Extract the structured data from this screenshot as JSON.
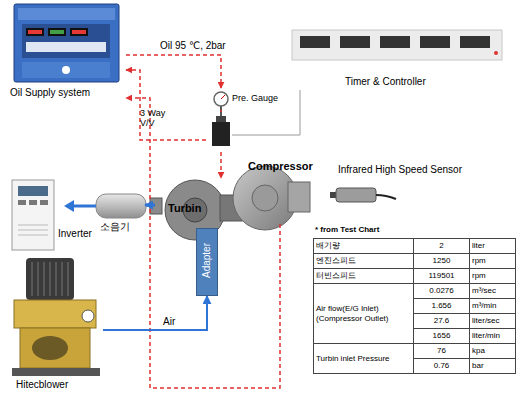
{
  "diagram": {
    "nodes": [
      {
        "text": [
          "Oil Supply system"
        ]
      },
      {
        "text": [
          "Timer & Controller"
        ]
      },
      {
        "text": [
          "Pre. Gauge"
        ]
      },
      {
        "text": [
          "3 Way V/V"
        ]
      },
      {
        "text": [
          "Compressor"
        ]
      },
      {
        "text": [
          "Turbin"
        ]
      },
      {
        "text": [
          "Adapter"
        ]
      },
      {
        "text": [
          "소음기"
        ]
      },
      {
        "text": [
          "Infrared High Speed Sensor"
        ]
      },
      {
        "text": [
          "Inverter"
        ]
      },
      {
        "text": [
          "Hitecblower"
        ]
      }
    ],
    "edges": [
      {
        "from": 0,
        "to": 2,
        "label": "Oil 95 ℃, 2bar",
        "arrow": "to"
      },
      {
        "from": 2,
        "to": 3,
        "arrow": "none"
      },
      {
        "from": 3,
        "to": 5,
        "arrow": "to"
      },
      {
        "from": 3,
        "to": 0,
        "arrow": "to"
      },
      {
        "from": 4,
        "to": 0,
        "arrow": "to"
      },
      {
        "from": 1,
        "to": 3,
        "arrow": "none"
      },
      {
        "from": 10,
        "to": 6,
        "label": "Air",
        "arrow": "to"
      },
      {
        "from": 5,
        "to": 7,
        "arrow": "to"
      }
    ],
    "labels": [
      "* from Test Chart",
      "배기량",
      "2",
      "liter",
      "엔진스피드",
      "1250",
      "rpm",
      "터빈스피드",
      "119501",
      "rpm",
      "Air flow(E/G Inlet) (Compressor Outlet)",
      "0.0276",
      "m³/sec",
      "1.656",
      "m³/min",
      "27.6",
      "liter/sec",
      "1656",
      "liter/min",
      "Turbin inlet Pressure",
      "76",
      "kpa",
      "0.76",
      "bar"
    ]
  }
}
